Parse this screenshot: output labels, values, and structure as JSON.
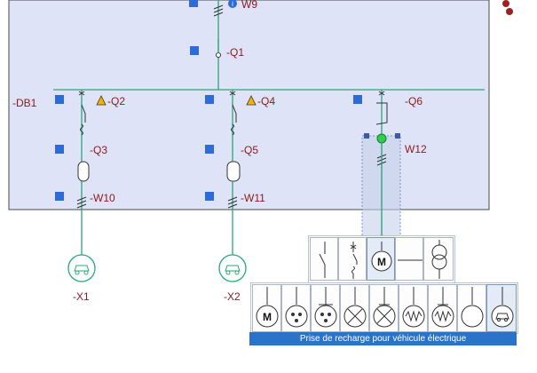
{
  "diagram": {
    "cable_top": "W9",
    "main_breaker": "-Q1",
    "busbar": "-DB1",
    "branches": [
      {
        "breaker": "-Q2",
        "contactor": "-Q3",
        "cable": "-W10",
        "load": "-X1",
        "warning": true
      },
      {
        "breaker": "-Q4",
        "contactor": "-Q5",
        "cable": "-W11",
        "load": "-X2",
        "warning": true
      },
      {
        "breaker": "-Q6",
        "cable": "W12",
        "warning": false
      }
    ]
  },
  "palette": {
    "row1": [
      {
        "icon": "switch-symbol-icon"
      },
      {
        "icon": "switch-fuse-symbol-icon"
      },
      {
        "icon": "motor-symbol-icon",
        "text": "M",
        "selected": true
      },
      {
        "icon": "line-symbol-icon"
      },
      {
        "icon": "transformer-symbol-icon"
      }
    ],
    "row2": [
      {
        "icon": "motor-load-icon",
        "text": "M"
      },
      {
        "icon": "socket-outlet-icon"
      },
      {
        "icon": "socket-outlet-icon"
      },
      {
        "icon": "lamp-icon"
      },
      {
        "icon": "lamp-icon"
      },
      {
        "icon": "heater-icon"
      },
      {
        "icon": "heater-icon"
      },
      {
        "icon": "generic-load-icon"
      },
      {
        "icon": "ev-charger-icon",
        "selected": true
      }
    ],
    "tooltip": "Prise de recharge pour véhicule électrique"
  },
  "colors": {
    "panel": "#dfe3f7",
    "wire": "#2aa877",
    "label": "#8b1a1a",
    "tooltip_bg": "#2b73c8"
  }
}
